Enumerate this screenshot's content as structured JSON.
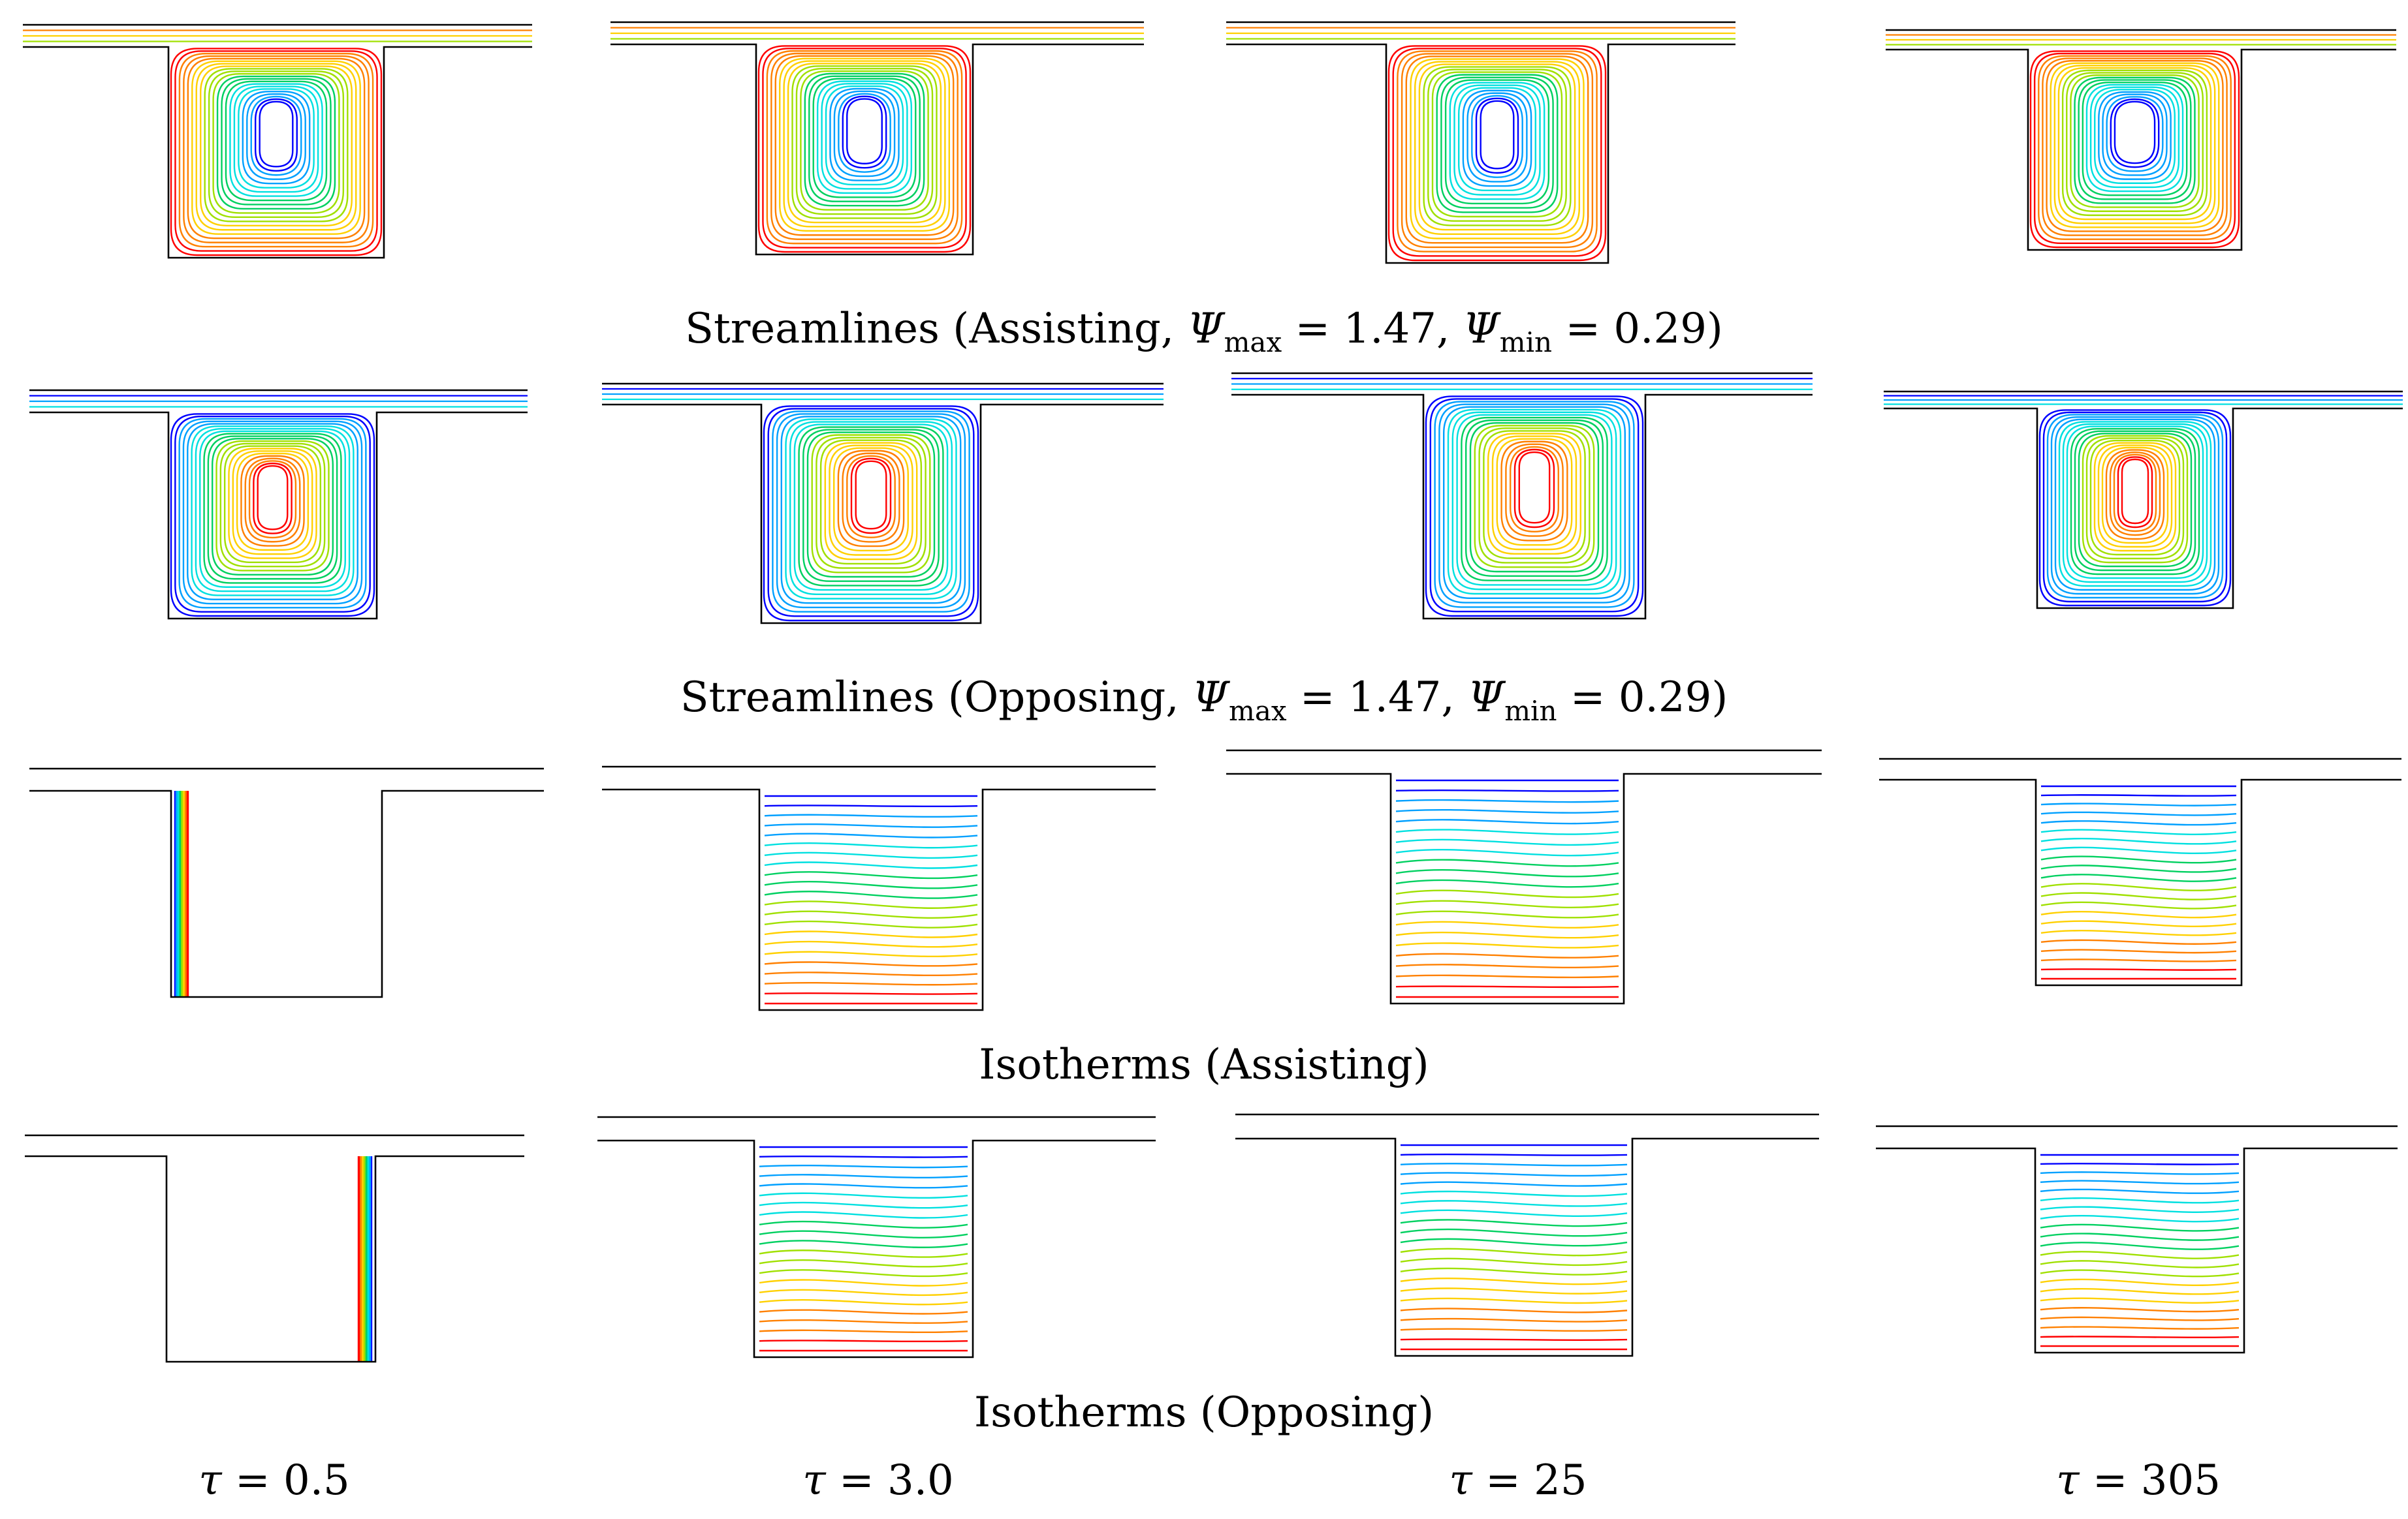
{
  "rows": [
    {
      "id": "stream-assist",
      "caption": {
        "pre": "Streamlines (Assisting, ",
        "psi": "Ψ",
        "max": "max",
        "eq1": " = 1.47, ",
        "min": "min",
        "eq2": " = 0.29)"
      }
    },
    {
      "id": "stream-oppose",
      "caption": {
        "pre": "Streamlines (Opposing, ",
        "psi": "Ψ",
        "max": "max",
        "eq1": " = 1.47, ",
        "min": "min",
        "eq2": " = 0.29)"
      }
    },
    {
      "id": "iso-assist",
      "caption": {
        "text": "Isotherms (Assisting)"
      }
    },
    {
      "id": "iso-oppose",
      "caption": {
        "text": "Isotherms (Opposing)"
      }
    }
  ],
  "time_labels": [
    {
      "sym": "τ",
      "rest": " = 0.5"
    },
    {
      "sym": "τ",
      "rest": " = 3.0"
    },
    {
      "sym": "τ",
      "rest": " = 25"
    },
    {
      "sym": "τ",
      "rest": " = 305"
    }
  ],
  "colors": {
    "outline": "#000000",
    "ramp": [
      "#0000ff",
      "#00a0ff",
      "#00e0e0",
      "#00d060",
      "#a0e000",
      "#ffd000",
      "#ff8000",
      "#ff0000"
    ]
  }
}
